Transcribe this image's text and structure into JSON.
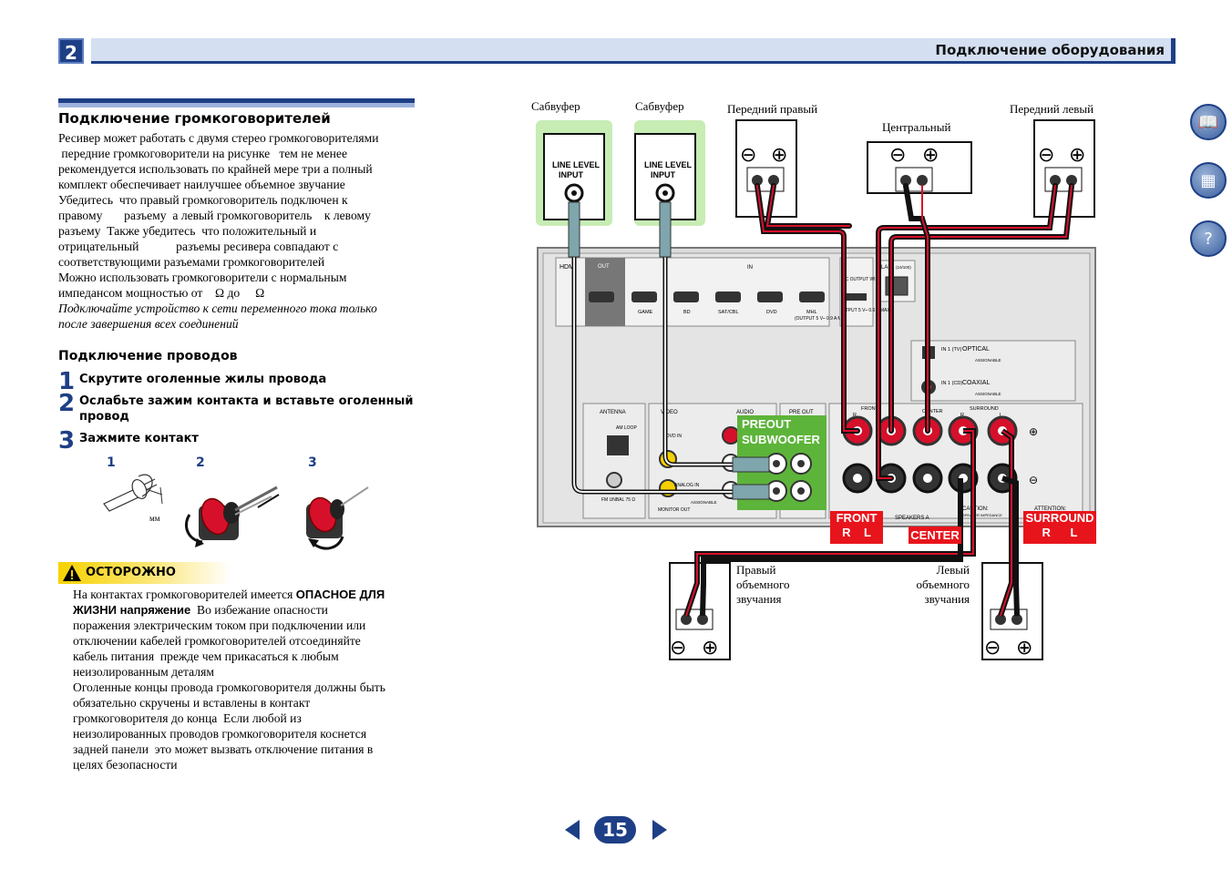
{
  "header": {
    "chapter_number": "2",
    "title": "Подключение оборудования"
  },
  "section": {
    "heading": "Подключение громкоговорителей",
    "paragraphs": [
      "Ресивер может работать с двумя стерео громкоговорителями",
      " передние громкоговорители на рисунке   тем не менее",
      "рекомендуется использовать по крайней мере три  а полный",
      "комплект обеспечивает наилучшее объемное звучание",
      "Убедитесь  что правый громкоговоритель подключен к",
      "правому       разъему  а левый громкоговоритель    к левому",
      "разъему  Также убедитесь  что положительный и",
      "отрицательный            разъемы ресивера совпадают с",
      "соответствующими разъемами громкоговорителей",
      "Можно использовать громкоговорители с нормальным",
      "импедансом мощностью от    Ω до     Ω"
    ],
    "italic_note": [
      "Подключайте устройство к сети переменного тока только",
      "после завершения всех соединений"
    ]
  },
  "wiring": {
    "heading": "Подключение проводов",
    "steps": [
      {
        "num": "1",
        "text": "Скрутите оголенные жилы провода"
      },
      {
        "num": "2",
        "text": "Ослабьте зажим контакта и вставьте оголенный"
      },
      {
        "num": "",
        "text": "провод"
      },
      {
        "num": "3",
        "text": "Зажмите контакт"
      }
    ],
    "illustrations": [
      "1",
      "2",
      "3"
    ],
    "unit_label": "мм"
  },
  "caution": {
    "label": "ОСТОРОЖНО",
    "lines": [
      "На контактах громкоговорителей имеется ",
      "ОПАСНОЕ ДЛЯ",
      "ЖИЗНИ напряжение",
      "  Во избежание опасности",
      "поражения электрическим током при подключении или",
      "отключении кабелей громкоговорителей отсоединяйте",
      "кабель питания  прежде чем прикасаться к любым",
      "неизолированным деталям",
      "Оголенные концы провода громкоговорителя должны быть",
      "обязательно скручены и вставлены в контакт",
      "громкоговорителя до конца  Если любой из",
      "неизолированных проводов громкоговорителя коснется",
      "задней панели  это может вызвать отключение питания в",
      "целях безопасности"
    ]
  },
  "diagram": {
    "sub1": "Сабвуфер",
    "sub2": "Сабвуфер",
    "line_level": "LINE LEVEL",
    "input": "INPUT",
    "front_right": "Передний правый",
    "front_left": "Передний левый",
    "center": "Центральный",
    "surr_right": [
      "Правый",
      "объемного",
      "звучания"
    ],
    "surr_left": [
      "Левый",
      "объемного",
      "звучания"
    ],
    "preout": "PREOUT",
    "subwoofer": "SUBWOOFER",
    "front_tag": "FRONT",
    "front_rl": "R    L",
    "center_tag": "CENTER",
    "surround_tag": "SURROUND",
    "surround_rl": "R      L",
    "panel_labels": {
      "hdmi": "HDM",
      "out": "OUT",
      "in": "IN",
      "hdmi_inputs": [
        "GAME",
        "BD",
        "SAT/CBL",
        "DVD",
        "MHL"
      ],
      "mhl_note": "(OUTPUT 5 V⎯ 0.9 A MAX)",
      "dc_output": "DC OUTPUT WIRELESS LAN",
      "dc_note": "UTPUT 5 V⎯ 0.6 A MAX)",
      "lan": "LAN",
      "lan_sub": "(10/100)",
      "optical": "OPTICAL",
      "optical_in": "IN 1 (TV)",
      "coaxial": "COAXIAL",
      "coaxial_in": "IN 1 (CD)",
      "assignable": "ASSIGNABLE",
      "antenna": "ANTENNA",
      "am_loop": "AM LOOP",
      "fm_unbal": "FM UNBAL 75 Ω",
      "video": "VIDEO",
      "audio": "AUDIO",
      "pre_out": "PRE OUT",
      "dvd_in": "DVD IN",
      "analog_in": "ANALOG IN",
      "monitor_out": "MONITOR OUT",
      "front": "FRONT",
      "center": "CENTER",
      "surround": "SURROUND",
      "speakers_a": "SPEAKERS A",
      "caution": "CAUTION:",
      "attention": "ATTENTION:",
      "speaker_impedance": "SPEAKER IMPEDANCE",
      "r": "R",
      "l": "L",
      "plus": "⊕",
      "minus": "⊖"
    }
  },
  "side_icons": [
    "book-icon",
    "receiver-icon",
    "help-icon"
  ],
  "page_number": "15"
}
